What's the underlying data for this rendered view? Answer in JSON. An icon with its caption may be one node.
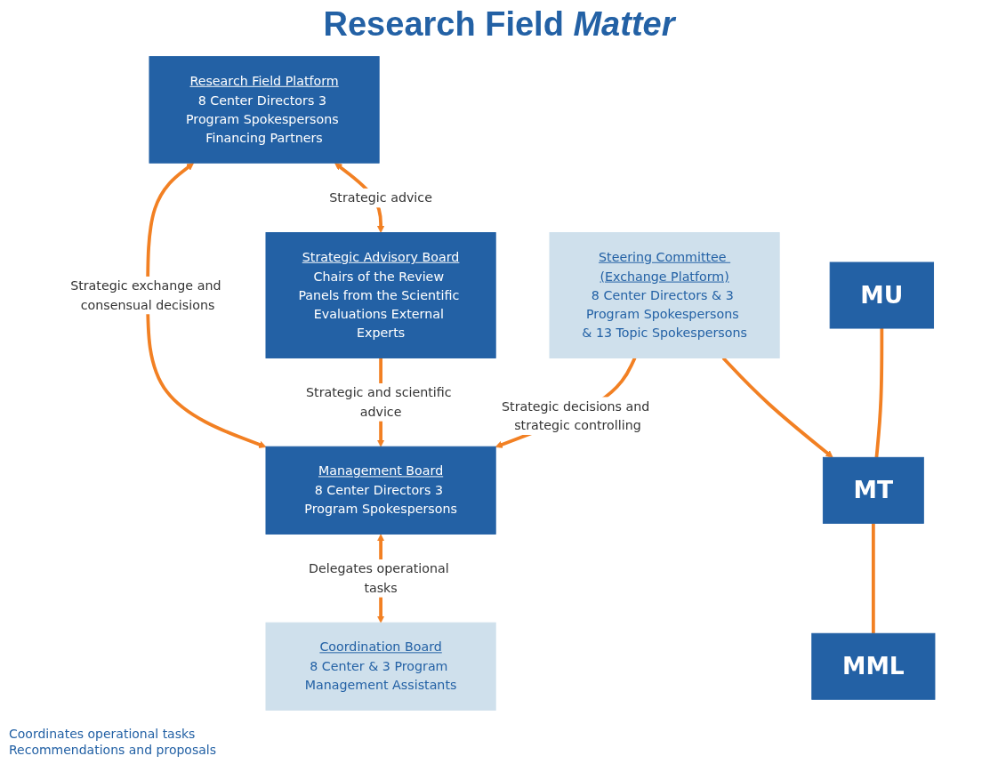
{
  "diagram": {
    "title": "Research Field *Matter*",
    "nodes": [
      {
        "text": [
          "Research Field Platform",
          "8 Center Directors 3 Program Spokespersons Financing Partners"
        ]
      },
      {
        "text": [
          "Strategic Advisory Board",
          "Chairs of the Review Panels from the Scientific Evaluations External Experts"
        ]
      },
      {
        "text": [
          "Management Board",
          "8 Center Directors 3 Program Spokespersons"
        ]
      },
      {
        "text": [
          "Coordination Board",
          "8 Center & 3 Program Management Assistants"
        ]
      },
      {
        "text": [
          "Steering Committee (Exchange Platform)",
          "8 Center Directors & 3 Program Spokespersons & 13 Topic Spokespersons"
        ]
      },
      {
        "text": [
          "MU"
        ]
      },
      {
        "text": [
          "MT"
        ]
      },
      {
        "text": [
          "MML"
        ]
      }
    ],
    "edges": [
      {
        "from": 0,
        "to": 1,
        "arrow": "both",
        "label": "Strategic advice"
      },
      {
        "from": 0,
        "to": 2,
        "arrow": "both",
        "label": "Strategic exchange and consensual decisions"
      },
      {
        "from": 1,
        "to": 2,
        "arrow": "to",
        "label": "Strategic and scientific advice"
      },
      {
        "from": 2,
        "to": 3,
        "arrow": "both",
        "label": "Delegates operational tasks"
      },
      {
        "from": 4,
        "to": 2,
        "arrow": "to",
        "label": "Strategic decisions and strategic controlling"
      },
      {
        "from": 4,
        "to": 6,
        "arrow": "to"
      },
      {
        "from": 5,
        "to": 6,
        "arrow": "none"
      },
      {
        "from": 6,
        "to": 7,
        "arrow": "none"
      }
    ],
    "labels": [
      "Coordinates operational tasks",
      "Recommendations and proposals"
    ]
  }
}
